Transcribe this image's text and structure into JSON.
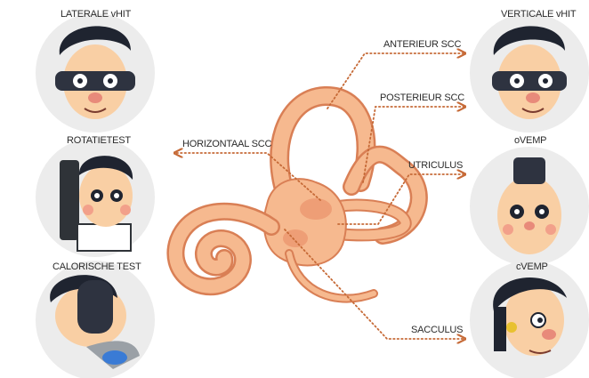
{
  "tests": {
    "left": [
      {
        "label": "LATERALE vHIT"
      },
      {
        "label": "ROTATIETEST"
      },
      {
        "label": "CALORISCHE TEST"
      }
    ],
    "right": [
      {
        "label": "VERTICALE vHIT"
      },
      {
        "label": "oVEMP"
      },
      {
        "label": "cVEMP"
      }
    ]
  },
  "structures": {
    "anterior": "ANTERIEUR SCC",
    "posterior": "POSTERIEUR SCC",
    "horizontal": "HORIZONTAAL SCC",
    "utriculus": "UTRICULUS",
    "sacculus": "SACCULUS"
  },
  "colors": {
    "organ_fill": "#f6b98f",
    "organ_shade": "#ee9e76",
    "organ_outline": "#d97f55",
    "arrow": "#c66a37",
    "face_bg": "#ececec",
    "skin": "#f9cfa4",
    "hair": "#1f2430"
  }
}
